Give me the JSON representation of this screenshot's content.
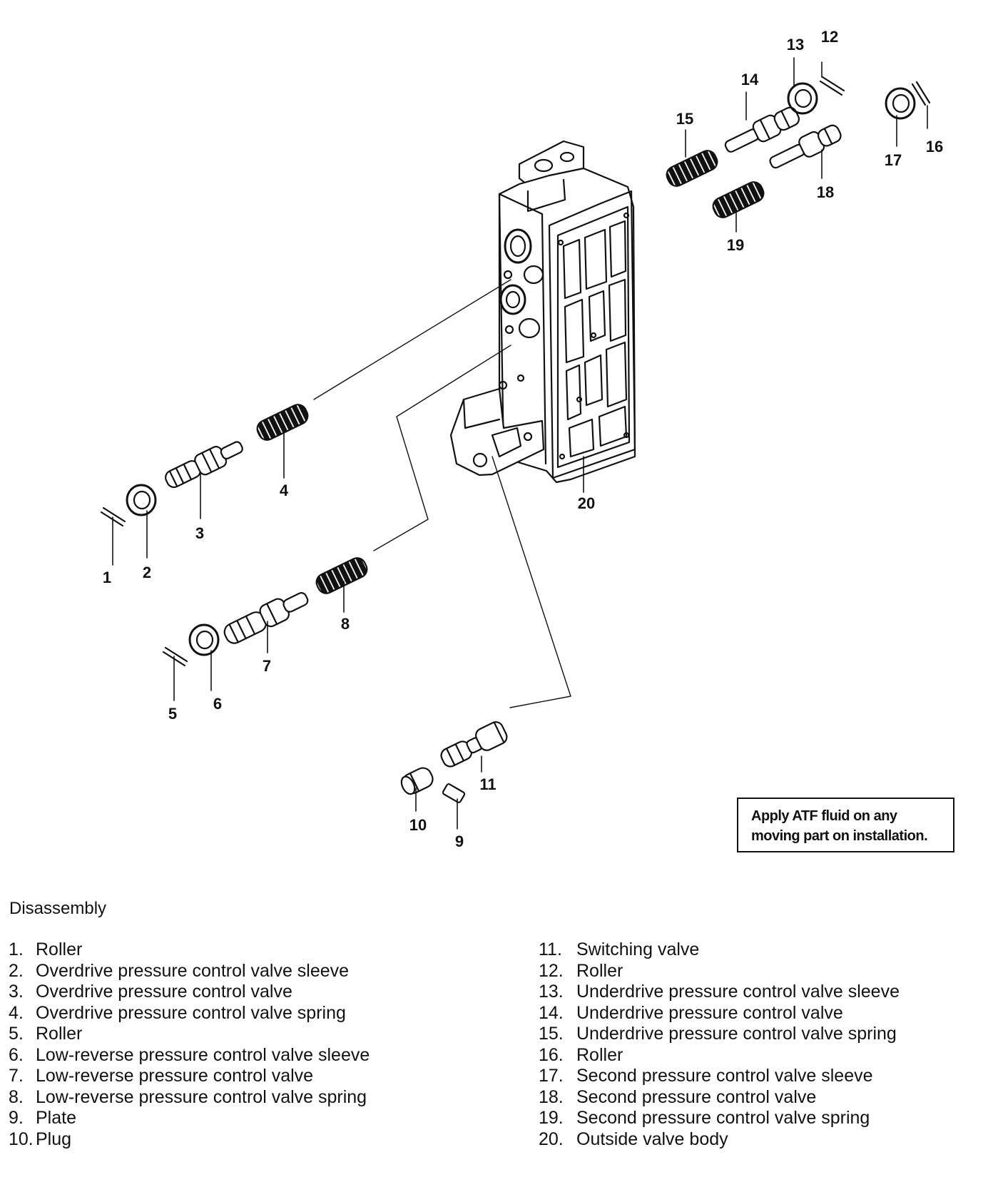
{
  "callouts": [
    "1",
    "2",
    "3",
    "4",
    "5",
    "6",
    "7",
    "8",
    "9",
    "10",
    "11",
    "12",
    "13",
    "14",
    "15",
    "16",
    "17",
    "18",
    "19",
    "20"
  ],
  "note": {
    "line1": "Apply ATF fluid on any",
    "line2": "moving part on installation."
  },
  "section_title": "Disassembly",
  "legend_left": [
    {
      "num": "1.",
      "label": "Roller"
    },
    {
      "num": "2.",
      "label": "Overdrive pressure control valve sleeve"
    },
    {
      "num": "3.",
      "label": "Overdrive pressure control valve"
    },
    {
      "num": "4.",
      "label": "Overdrive pressure control valve spring"
    },
    {
      "num": "5.",
      "label": "Roller"
    },
    {
      "num": "6.",
      "label": "Low-reverse pressure control valve sleeve"
    },
    {
      "num": "7.",
      "label": "Low-reverse pressure control valve"
    },
    {
      "num": "8.",
      "label": "Low-reverse pressure control valve spring"
    },
    {
      "num": "9.",
      "label": "Plate"
    },
    {
      "num": "10.",
      "label": "Plug"
    }
  ],
  "legend_right": [
    {
      "num": "11.",
      "label": "Switching valve"
    },
    {
      "num": "12.",
      "label": "Roller"
    },
    {
      "num": "13.",
      "label": "Underdrive pressure control valve sleeve"
    },
    {
      "num": "14.",
      "label": "Underdrive pressure control valve"
    },
    {
      "num": "15.",
      "label": "Underdrive pressure control valve spring"
    },
    {
      "num": "16.",
      "label": "Roller"
    },
    {
      "num": "17.",
      "label": "Second pressure control valve sleeve"
    },
    {
      "num": "18.",
      "label": "Second pressure control valve"
    },
    {
      "num": "19.",
      "label": "Second pressure control valve spring"
    },
    {
      "num": "20.",
      "label": "Outside valve body"
    }
  ]
}
